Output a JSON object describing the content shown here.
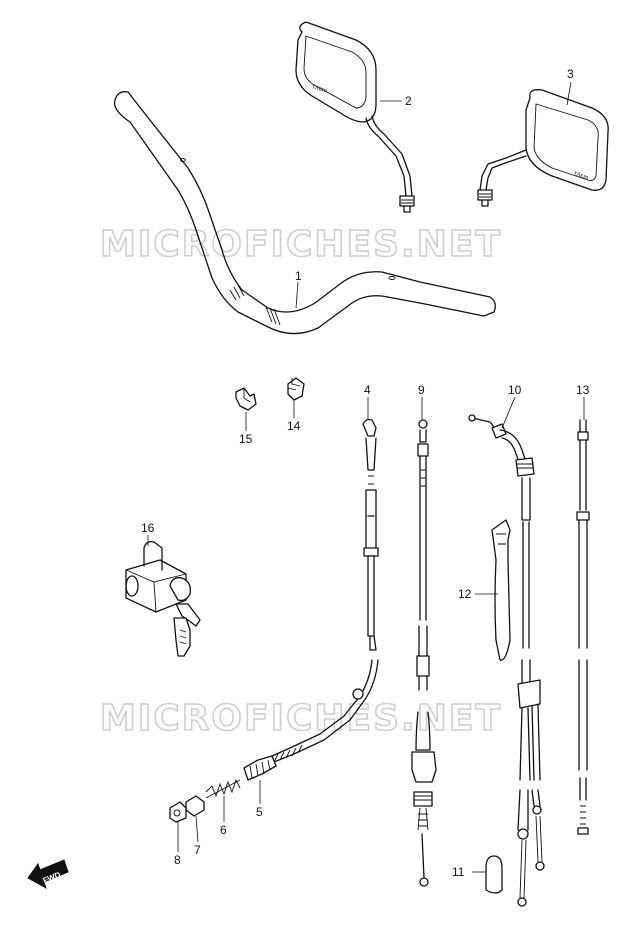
{
  "watermark": "MICROFICHES.NET",
  "fwd_label": "FWD",
  "mirror_left_text": "ᴛɅᴇɪᴏ",
  "mirror_right_text": "ᴛɅᴇɪᴏ",
  "callouts": [
    {
      "id": "c1",
      "label": "1"
    },
    {
      "id": "c2",
      "label": "2"
    },
    {
      "id": "c3",
      "label": "3"
    },
    {
      "id": "c4",
      "label": "4"
    },
    {
      "id": "c5",
      "label": "5"
    },
    {
      "id": "c6",
      "label": "6"
    },
    {
      "id": "c7",
      "label": "7"
    },
    {
      "id": "c8",
      "label": "8"
    },
    {
      "id": "c9",
      "label": "9"
    },
    {
      "id": "c10",
      "label": "10"
    },
    {
      "id": "c11",
      "label": "11"
    },
    {
      "id": "c12",
      "label": "12"
    },
    {
      "id": "c13",
      "label": "13"
    },
    {
      "id": "c14",
      "label": "14"
    },
    {
      "id": "c15",
      "label": "15"
    },
    {
      "id": "c16",
      "label": "16"
    }
  ]
}
